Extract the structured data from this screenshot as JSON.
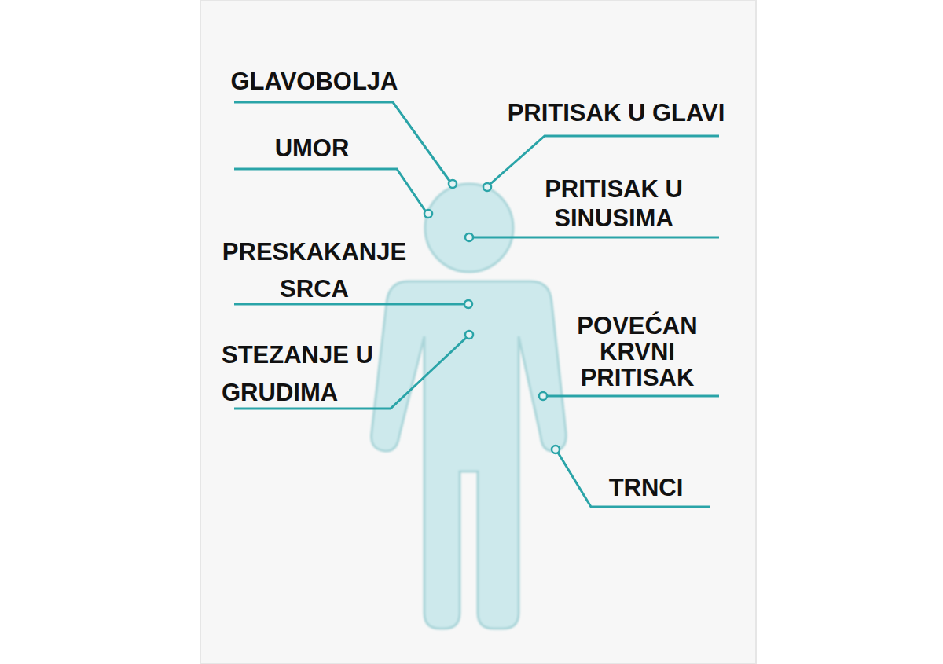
{
  "diagram": {
    "labels": [
      "GLAVOBOLJA",
      "PRITISAK U GLAVI",
      "UMOR",
      "PRITISAK U SINUSIMA",
      "PRESKAKANJE SRCA",
      "STEZANJE U GRUDIMA",
      "POVEĆAN KRVNI PRITISAK",
      "TRNCI"
    ]
  }
}
